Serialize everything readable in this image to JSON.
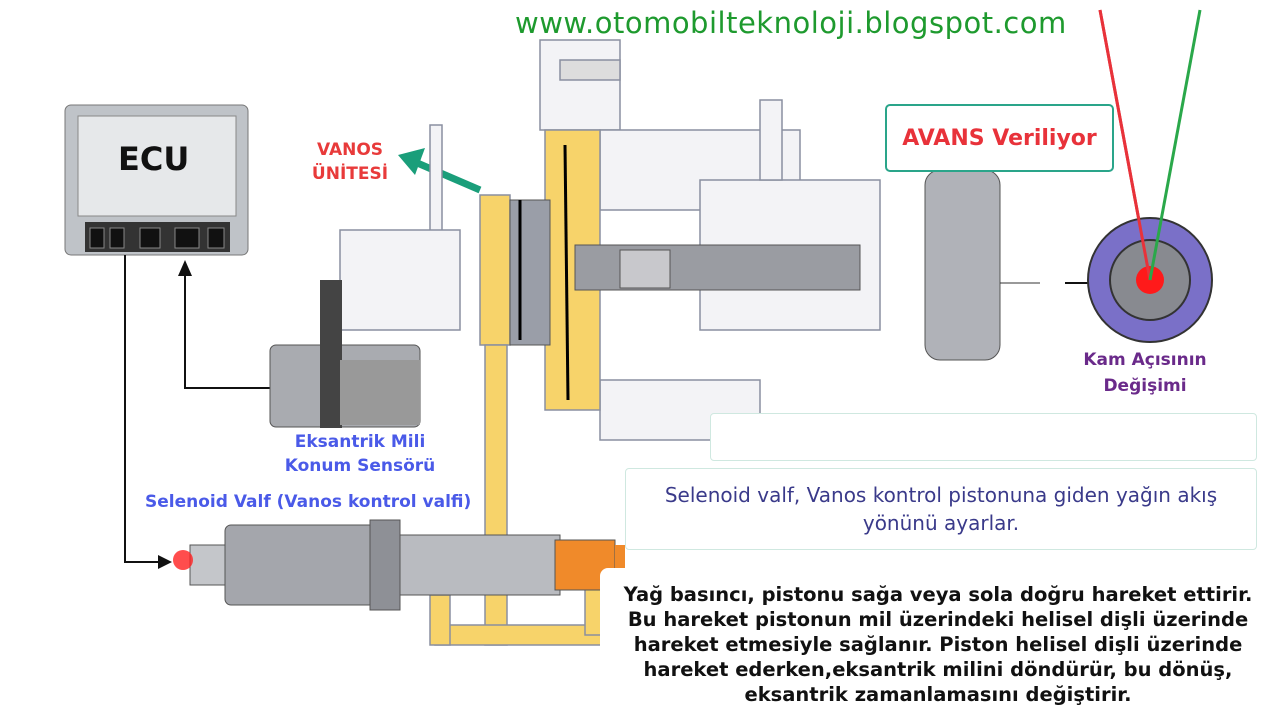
{
  "header": {
    "url": "www.otomobilteknoloji.blogspot.com"
  },
  "labels": {
    "ecu": "ECU",
    "vanos_line1": "VANOS",
    "vanos_line2": "ÜNİTESİ",
    "avans": "AVANS Veriliyor",
    "kam_line1": "Kam Açısının",
    "kam_line2": "Değişimi",
    "sensor_line1": "Eksantrik Mili",
    "sensor_line2": "Konum Sensörü",
    "selenoid": "Selenoid Valf (Vanos kontrol valfi)"
  },
  "notes": {
    "note1": "Selenoid valf, Vanos kontrol pistonuna giden yağın akış yönünü ayarlar.",
    "note2": "Yağ basıncı, pistonu sağa veya sola doğru hareket ettirir. Bu hareket pistonun mil üzerindeki helisel dişli üzerinde hareket etmesiyle sağlanır. Piston helisel dişli üzerinde hareket ederken,eksantrik milini döndürür, bu dönüş, eksantrik zamanlamasını değiştirir."
  },
  "colors": {
    "url": "#1e9a2e",
    "oil": "#f7d36a",
    "accent_red": "#e8323a",
    "label_blue": "#4a5ae8",
    "cam_purple": "#7a70c8"
  }
}
